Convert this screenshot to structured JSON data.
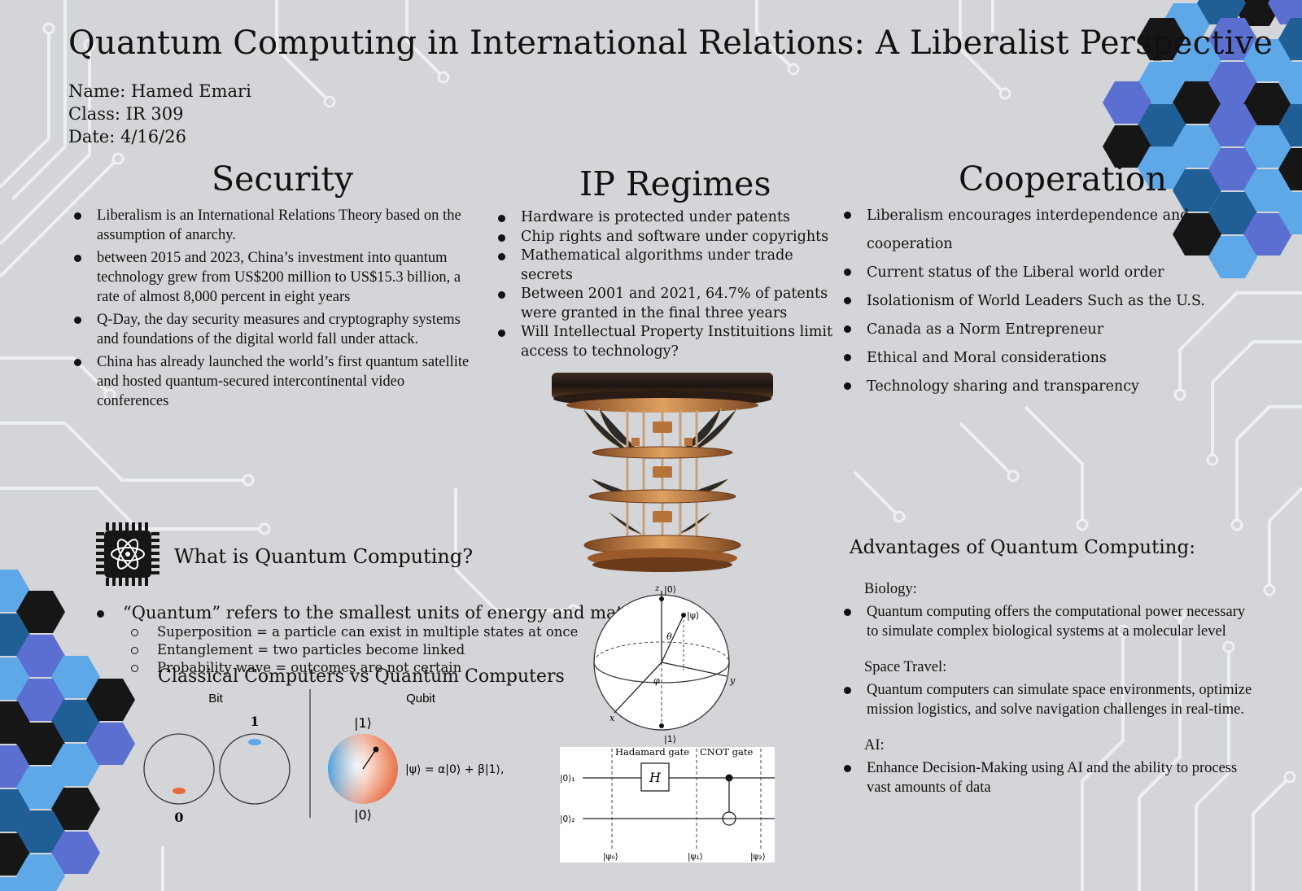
{
  "title": "Quantum Computing in International Relations: A Liberalist Perspective",
  "meta": {
    "name": "Name: Hamed Emari",
    "class": "Class: IR 309",
    "date": "Date: 4/16/26"
  },
  "security": {
    "heading": "Security",
    "items": [
      "Liberalism is an International Relations Theory based on the assumption of anarchy.",
      "between 2015 and 2023, China’s investment into quantum technology grew from US$200 million to US$15.3 billion, a rate of almost 8,000 percent in eight years",
      "Q-Day, the day security measures and cryptography systems and foundations of the digital world fall under attack.",
      "China has already launched the world’s first quantum satellite and hosted quantum-secured intercontinental video conferences"
    ]
  },
  "ip": {
    "heading": "IP Regimes",
    "items": [
      "Hardware is protected under patents",
      "Chip rights and software under copyrights",
      "Mathematical algorithms under trade secrets",
      "Between 2001 and 2021, 64.7% of patents were granted in the final three years",
      "Will Intellectual Property Instituitions limit access to technology?"
    ]
  },
  "cooperation": {
    "heading": "Cooperation",
    "items": [
      "Liberalism encourages interdependence and cooperation",
      "Current status of the  Liberal world order",
      "Isolationism of World Leaders Such as the U.S.",
      "Canada as a Norm Entrepreneur",
      "Ethical and Moral considerations",
      "Technology sharing and transparency"
    ]
  },
  "what_is": {
    "heading": "What is Quantum Computing?",
    "main_item": "“Quantum” refers to the smallest units of energy and matter",
    "sub_items": [
      "Superposition =  a particle can exist in multiple states at once",
      "Entanglement = two particles become linked",
      "Probability wave = outcomes are not certain"
    ],
    "comparison_heading": "Classical Computers  vs Quantum Computers"
  },
  "bit_qubit": {
    "bit_label": "Bit",
    "qubit_label": "Qubit",
    "one": "1",
    "zero": "0",
    "ket_one": "|1⟩",
    "ket_zero": "|0⟩",
    "state_eq": "|ψ⟩ = α|0⟩ + β|1⟩,"
  },
  "bloch": {
    "z": "z",
    "y": "y",
    "x": "x",
    "top": "|0⟩",
    "bottom": "|1⟩",
    "psi": "|ψ⟩",
    "theta": "θ",
    "phi": "φ"
  },
  "circuit": {
    "hadamard": "Hadamard gate",
    "cnot": "CNOT gate",
    "h": "H",
    "q1": "|0⟩₁",
    "q2": "|0⟩₂",
    "psi0": "|ψ₀⟩",
    "psi1": "|ψ₁⟩",
    "psi2": "|ψ₂⟩"
  },
  "advantages": {
    "heading": "Advantages of Quantum Computing:",
    "sections": [
      {
        "category": "Biology:",
        "text": "Quantum computing offers the computational power necessary to simulate complex biological systems at a molecular level"
      },
      {
        "category": "Space Travel:",
        "text": "Quantum computers can simulate space environments, optimize mission logistics, and solve navigation challenges in real-time."
      },
      {
        "category": "AI:",
        "text": "Enhance Decision-Making using AI and the ability to process vast amounts of data"
      }
    ]
  },
  "colors": {
    "background": "#d3d5d8",
    "circuit_lines": "#f3f6f8",
    "hex_black": "#161616",
    "hex_light_blue": "#5ea8e8",
    "hex_indigo": "#5b6fd0",
    "hex_dark_blue": "#1f5f96",
    "copper": "#b8733a"
  }
}
